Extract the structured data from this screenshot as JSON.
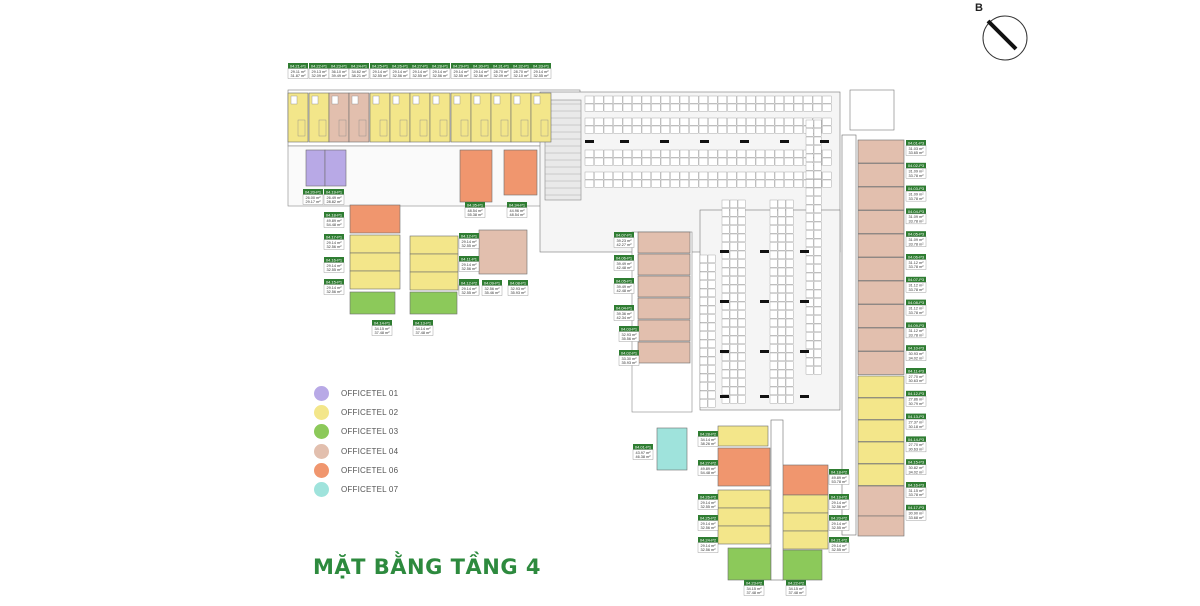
{
  "title": "MẶT BẰNG TẦNG 4",
  "compass_letter": "B",
  "colors": {
    "officetel_01": "#b8a9e6",
    "officetel_02": "#f3e68a",
    "officetel_03": "#8cc95a",
    "officetel_04": "#e2bfae",
    "officetel_06": "#f0966e",
    "officetel_07": "#9fe3dc",
    "label_green": "#2f7d32",
    "title_green": "#2d8a3e"
  },
  "legend": [
    {
      "label": "OFFICETEL 01",
      "color": "#b8a9e6"
    },
    {
      "label": "OFFICETEL 02",
      "color": "#f3e68a"
    },
    {
      "label": "OFFICETEL 03",
      "color": "#8cc95a"
    },
    {
      "label": "OFFICETEL 04",
      "color": "#e2bfae"
    },
    {
      "label": "OFFICETEL 06",
      "color": "#f0966e"
    },
    {
      "label": "OFFICETEL 07",
      "color": "#9fe3dc"
    }
  ],
  "units_top": [
    {
      "code": "04.21-P1",
      "area1": "29.11 m²",
      "area2": "31.87 m²"
    },
    {
      "code": "04.22-P1",
      "area1": "29.13 m²",
      "area2": "32.09 m²"
    },
    {
      "code": "04.23-P1",
      "area1": "36.10 m²",
      "area2": "39.49 m²"
    },
    {
      "code": "04.24-P1",
      "area1": "34.62 m²",
      "area2": "38.21 m²"
    },
    {
      "code": "04.25-P1",
      "area1": "29.14 m²",
      "area2": "32.55 m²"
    },
    {
      "code": "04.26-P1",
      "area1": "29.14 m²",
      "area2": "32.56 m²"
    },
    {
      "code": "04.27-P1",
      "area1": "29.14 m²",
      "area2": "32.55 m²"
    },
    {
      "code": "04.28-P1",
      "area1": "29.14 m²",
      "area2": "32.56 m²"
    },
    {
      "code": "04.29-P1",
      "area1": "29.14 m²",
      "area2": "32.55 m²"
    },
    {
      "code": "04.30-P1",
      "area1": "29.14 m²",
      "area2": "32.56 m²"
    },
    {
      "code": "04.31-P1",
      "area1": "28.70 m²",
      "area2": "32.09 m²"
    },
    {
      "code": "04.32-P1",
      "area1": "28.70 m²",
      "area2": "32.10 m²"
    },
    {
      "code": "04.33-P1",
      "area1": "29.14 m²",
      "area2": "32.55 m²"
    }
  ],
  "units_left": [
    {
      "code": "04.20-P1",
      "area1": "26.00 m²",
      "area2": "29.17 m²"
    },
    {
      "code": "04.19-P1",
      "area1": "26.49 m²",
      "area2": "28.82 m²"
    },
    {
      "code": "04.18-P1",
      "area1": "49.89 m²",
      "area2": "54.48 m²"
    },
    {
      "code": "04.17-P1",
      "area1": "29.14 m²",
      "area2": "32.56 m²"
    },
    {
      "code": "04.16-P1",
      "area1": "29.14 m²",
      "area2": "32.55 m²"
    },
    {
      "code": "04.15-P1",
      "area1": "29.14 m²",
      "area2": "32.56 m²"
    },
    {
      "code": "04.14-P1",
      "area1": "34.15 m²",
      "area2": "37.48 m²"
    },
    {
      "code": "04.13-P1",
      "area1": "34.14 m²",
      "area2": "37.48 m²"
    },
    {
      "code": "04.12-P1",
      "area1": "29.14 m²",
      "area2": "32.55 m²"
    },
    {
      "code": "04.11-P1",
      "area1": "29.14 m²",
      "area2": "32.56 m²"
    },
    {
      "code": "04.10-P1",
      "area1": "29.14 m²",
      "area2": "32.55 m²"
    },
    {
      "code": "04.35-P1",
      "area1": "48.54 m²",
      "area2": "55.38 m²"
    },
    {
      "code": "04.34-P1",
      "area1": "44.96 m²",
      "area2": "48.54 m²"
    },
    {
      "code": "04.12-P2",
      "area1": "29.14 m²",
      "area2": "32.55 m²"
    },
    {
      "code": "04.09-P1",
      "area1": "32.56 m²",
      "area2": "35.46 m²"
    },
    {
      "code": "04.08-P1",
      "area1": "32.93 m²",
      "area2": "35.93 m²"
    }
  ],
  "units_center": [
    {
      "code": "04.07-P1",
      "area1": "39.23 m²",
      "area2": "42.27 m²"
    },
    {
      "code": "04.06-P1",
      "area1": "39.49 m²",
      "area2": "42.48 m²"
    },
    {
      "code": "04.05-P1",
      "area1": "39.49 m²",
      "area2": "42.48 m²"
    },
    {
      "code": "04.04-P1",
      "area1": "39.36 m²",
      "area2": "42.34 m²"
    },
    {
      "code": "04.03-P1",
      "area1": "32.93 m²",
      "area2": "35.56 m²"
    },
    {
      "code": "04.02-P1",
      "area1": "33.30 m²",
      "area2": "35.93 m²"
    },
    {
      "code": "04.01-P1",
      "area1": "43.97 m²",
      "area2": "46.38 m²"
    }
  ],
  "units_bottom": [
    {
      "code": "04.28-P2",
      "area1": "34.14 m²",
      "area2": "38.26 m²"
    },
    {
      "code": "04.27-P2",
      "area1": "49.89 m²",
      "area2": "54.48 m²"
    },
    {
      "code": "04.26-P2",
      "area1": "29.14 m²",
      "area2": "32.55 m²"
    },
    {
      "code": "04.25-P2",
      "area1": "29.14 m²",
      "area2": "32.56 m²"
    },
    {
      "code": "04.24-P2",
      "area1": "29.14 m²",
      "area2": "32.56 m²"
    },
    {
      "code": "04.23-P2",
      "area1": "34.15 m²",
      "area2": "37.48 m²"
    },
    {
      "code": "04.22-P2",
      "area1": "34.15 m²",
      "area2": "37.48 m²"
    },
    {
      "code": "04.18-P2",
      "area1": "49.89 m²",
      "area2": "53.78 m²"
    },
    {
      "code": "04.19-P2",
      "area1": "29.14 m²",
      "area2": "32.56 m²"
    },
    {
      "code": "04.20-P2",
      "area1": "29.14 m²",
      "area2": "32.55 m²"
    },
    {
      "code": "04.21-P2",
      "area1": "29.14 m²",
      "area2": "32.55 m²"
    }
  ],
  "units_right": [
    {
      "code": "04.01-P3",
      "area1": "31.03 m²",
      "area2": "33.65 m²"
    },
    {
      "code": "04.02-P3",
      "area1": "31.09 m²",
      "area2": "33.78 m²"
    },
    {
      "code": "04.03-P3",
      "area1": "31.09 m²",
      "area2": "33.78 m²"
    },
    {
      "code": "04.04-P3",
      "area1": "31.09 m²",
      "area2": "33.78 m²"
    },
    {
      "code": "04.05-P3",
      "area1": "31.09 m²",
      "area2": "33.78 m²"
    },
    {
      "code": "04.06-P3",
      "area1": "31.12 m²",
      "area2": "33.78 m²"
    },
    {
      "code": "04.07-P3",
      "area1": "31.12 m²",
      "area2": "33.78 m²"
    },
    {
      "code": "04.08-P3",
      "area1": "31.12 m²",
      "area2": "33.78 m²"
    },
    {
      "code": "04.09-P3",
      "area1": "31.12 m²",
      "area2": "33.78 m²"
    },
    {
      "code": "04.10-P3",
      "area1": "30.93 m²",
      "area2": "34.02 m²"
    },
    {
      "code": "04.11-P3",
      "area1": "27.70 m²",
      "area2": "30.63 m²"
    },
    {
      "code": "04.12-P3",
      "area1": "27.86 m²",
      "area2": "30.79 m²"
    },
    {
      "code": "04.13-P3",
      "area1": "27.37 m²",
      "area2": "30.18 m²"
    },
    {
      "code": "04.14-P3",
      "area1": "27.70 m²",
      "area2": "30.63 m²"
    },
    {
      "code": "04.15-P3",
      "area1": "30.82 m²",
      "area2": "34.02 m²"
    },
    {
      "code": "04.16-P3",
      "area1": "31.15 m²",
      "area2": "33.78 m²"
    },
    {
      "code": "04.17-P3",
      "area1": "30.90 m²",
      "area2": "33.68 m²"
    }
  ]
}
